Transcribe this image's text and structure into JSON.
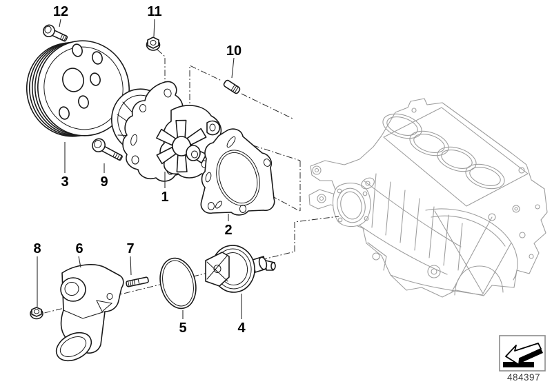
{
  "diagram": {
    "background_color": "#ffffff",
    "foreground_line_color": "#1a1a1a",
    "engine_block_line_color": "#9e9e9e",
    "callouts": [
      {
        "label": "1"
      },
      {
        "label": "2"
      },
      {
        "label": "3"
      },
      {
        "label": "4"
      },
      {
        "label": "5"
      },
      {
        "label": "6"
      },
      {
        "label": "7"
      },
      {
        "label": "8"
      },
      {
        "label": "9"
      },
      {
        "label": "10"
      },
      {
        "label": "11"
      },
      {
        "label": "12"
      }
    ],
    "footer": {
      "image_number": "484397",
      "direction_icon": "arrow-down-left-icon"
    }
  }
}
